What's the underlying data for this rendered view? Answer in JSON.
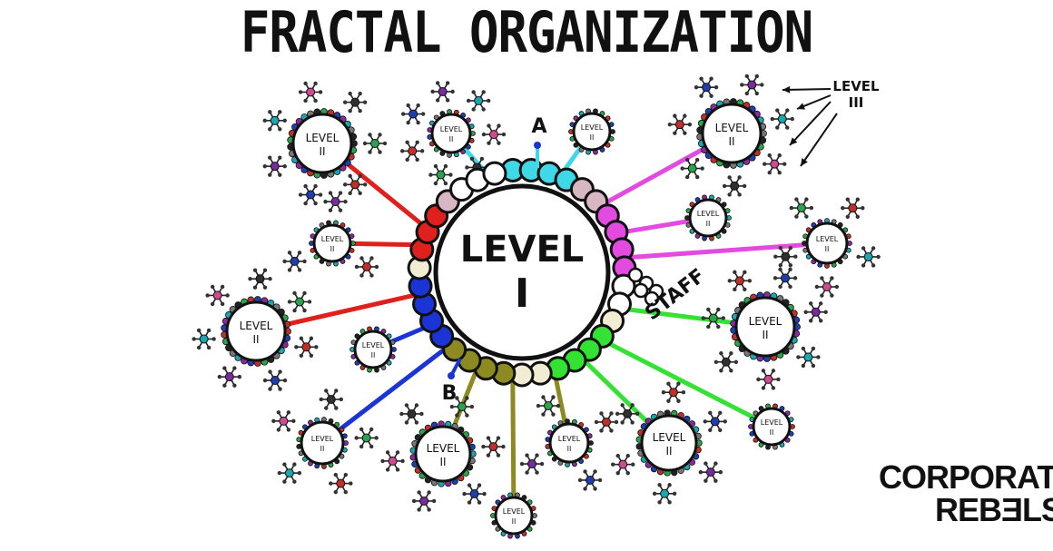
{
  "title": "FRACTAL ORGANIZATION",
  "center": {
    "line1": "LEVEL",
    "line2": "I"
  },
  "node_label": {
    "line1": "LEVEL",
    "line2": "II"
  },
  "level3_label": {
    "line1": "LEVEL",
    "line2": "III"
  },
  "label_a": "A",
  "label_b": "B",
  "label_staff": "STAFF",
  "brand": {
    "line1": "CORPORATE",
    "line2": "REBƎLS"
  },
  "colors": {
    "red": "#e0201c",
    "cyan": "#3fd8e6",
    "magenta": "#e24ae0",
    "green": "#33e233",
    "blue": "#1b34d6",
    "olive": "#8e8a22",
    "pink": "#d7b7c2",
    "cream": "#f2ecd2"
  }
}
